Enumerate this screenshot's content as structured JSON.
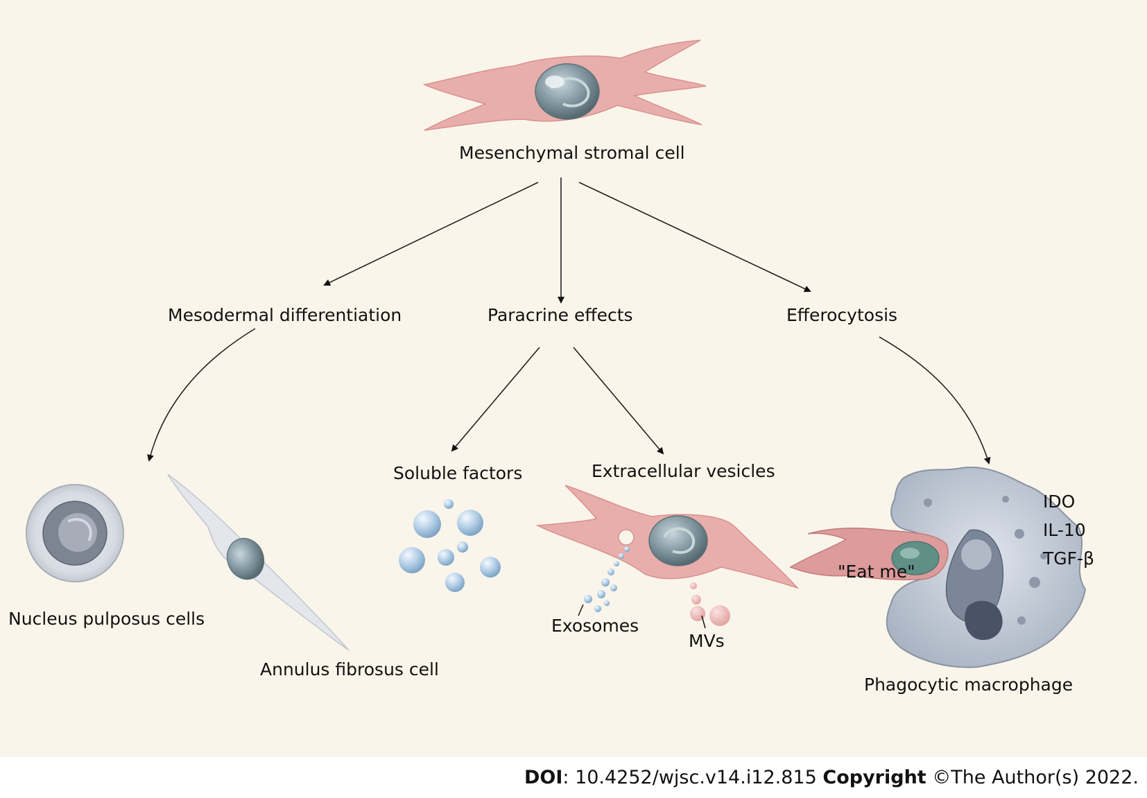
{
  "labels": {
    "msc": "Mesenchymal stromal cell",
    "mesodermal": "Mesodermal differentiation",
    "paracrine": "Paracrine effects",
    "efferocytosis": "Efferocytosis",
    "soluble": "Soluble factors",
    "vesicles": "Extracellular vesicles",
    "nucleus": "Nucleus pulposus cells",
    "annulus": "Annulus fibrosus cell",
    "exosomes": "Exosomes",
    "mvs": "MVs",
    "eat_me": "\"Eat me\"",
    "macrophage": "Phagocytic macrophage",
    "cytokines": [
      "IDO",
      "IL-10",
      "TGF-β"
    ]
  },
  "footer": {
    "doi_label": "DOI",
    "doi_value": ": 10.4252/wjsc.v14.i12.815 ",
    "copyright_label": "Copyright",
    "copyright_value": " ©The Author(s) 2022."
  },
  "colors": {
    "background": "#faf5ea",
    "cell_pink": "#e7aaa7",
    "nucleus_gray": "#7f949e",
    "vesicle_blue": "#a9c6df",
    "macrophage_gray": "#b9c2cf"
  }
}
